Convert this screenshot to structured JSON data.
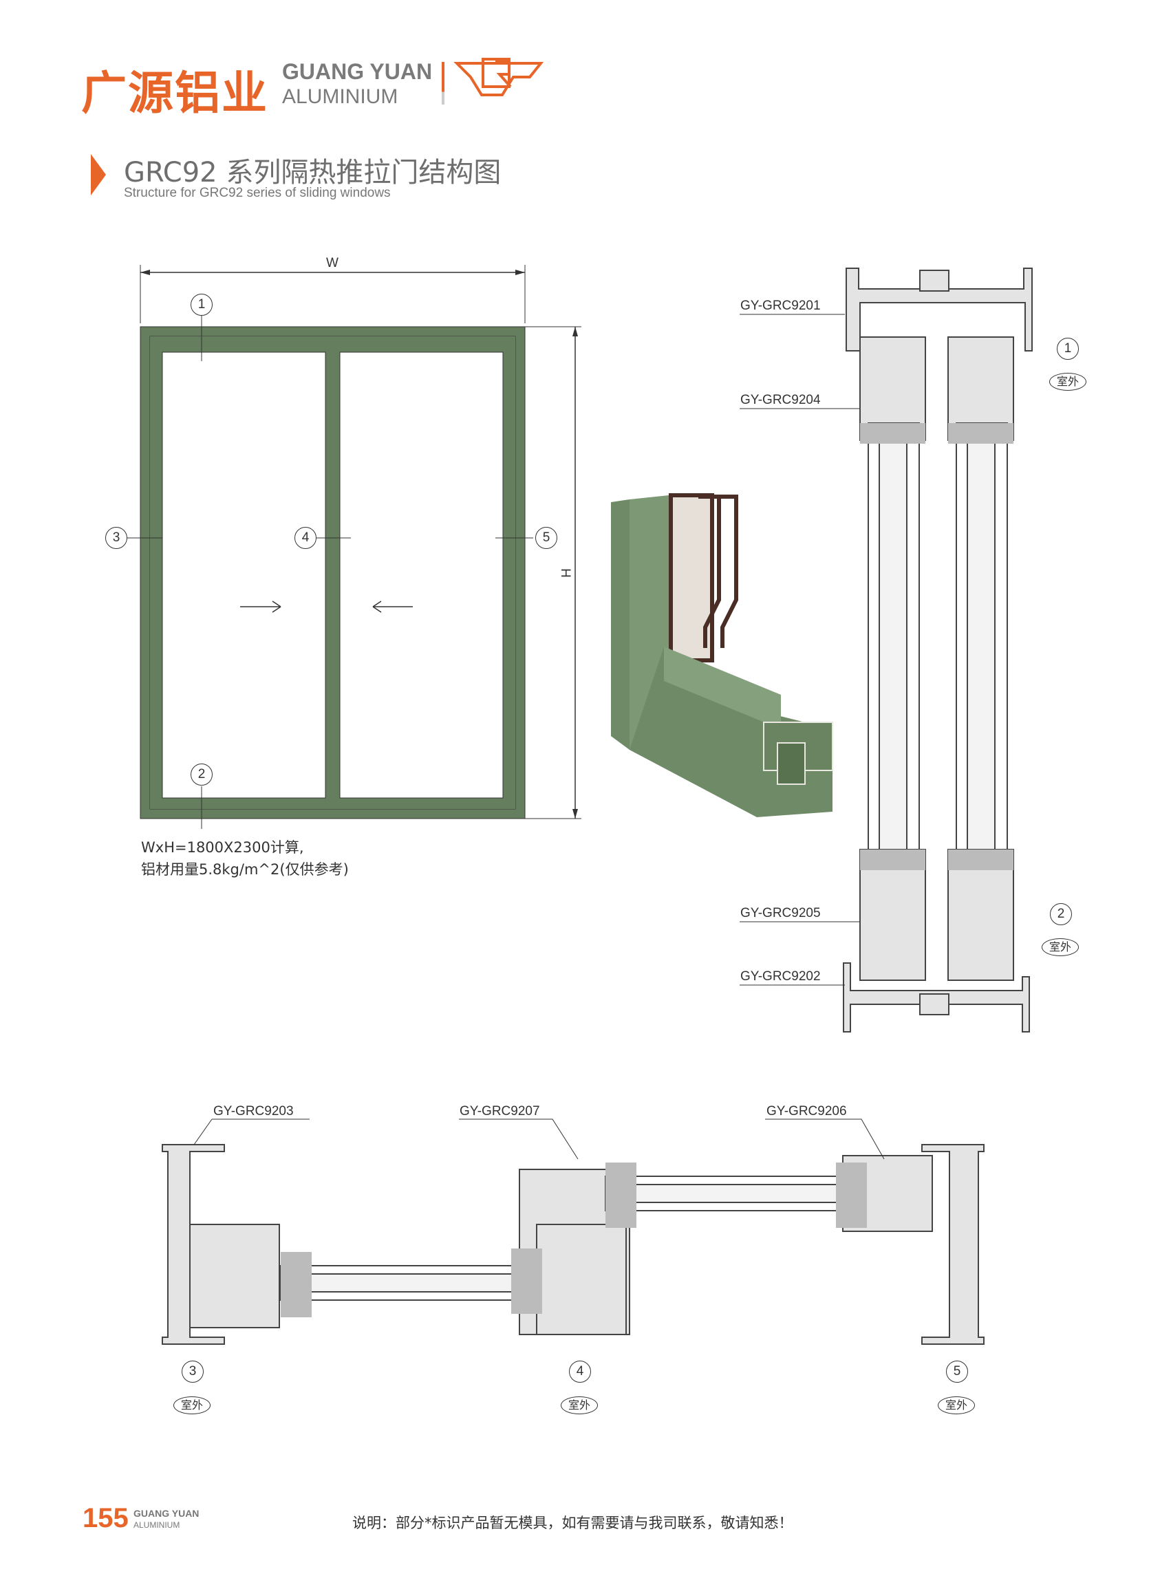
{
  "brand": {
    "name_cn": "广源铝业",
    "name_en_1": "GUANG YUAN",
    "name_en_2": "ALUMINIUM",
    "logo_mark": "GR",
    "accent": "#e8652a"
  },
  "header": {
    "title": "GRC92 系列隔热推拉门结构图",
    "subtitle": "Structure for GRC92 series of sliding windows"
  },
  "elevation": {
    "width_label": "W",
    "height_label": "H",
    "markers": [
      "1",
      "2",
      "3",
      "4",
      "5"
    ],
    "frame_color": "#657f5e",
    "notes": [
      "WxH=1800X2300计算,",
      "铝材用量5.8kg/m^2(仅供参考)"
    ]
  },
  "vertical_section": {
    "labels": [
      "GY-GRC9201",
      "GY-GRC9204",
      "GY-GRC9205",
      "GY-GRC9202"
    ],
    "markers": [
      {
        "num": "1",
        "side": "室外"
      },
      {
        "num": "2",
        "side": "室外"
      }
    ]
  },
  "horizontal_section": {
    "labels": [
      "GY-GRC9203",
      "GY-GRC9207",
      "GY-GRC9206"
    ],
    "markers": [
      {
        "num": "3",
        "side": "室外"
      },
      {
        "num": "4",
        "side": "室外"
      },
      {
        "num": "5",
        "side": "室外"
      }
    ]
  },
  "footer": {
    "page": "155",
    "brand_1": "GUANG YUAN",
    "brand_2": "ALUMINIUM",
    "note": "说明：部分*标识产品暂无模具，如有需要请与我司联系，敬请知悉！"
  }
}
